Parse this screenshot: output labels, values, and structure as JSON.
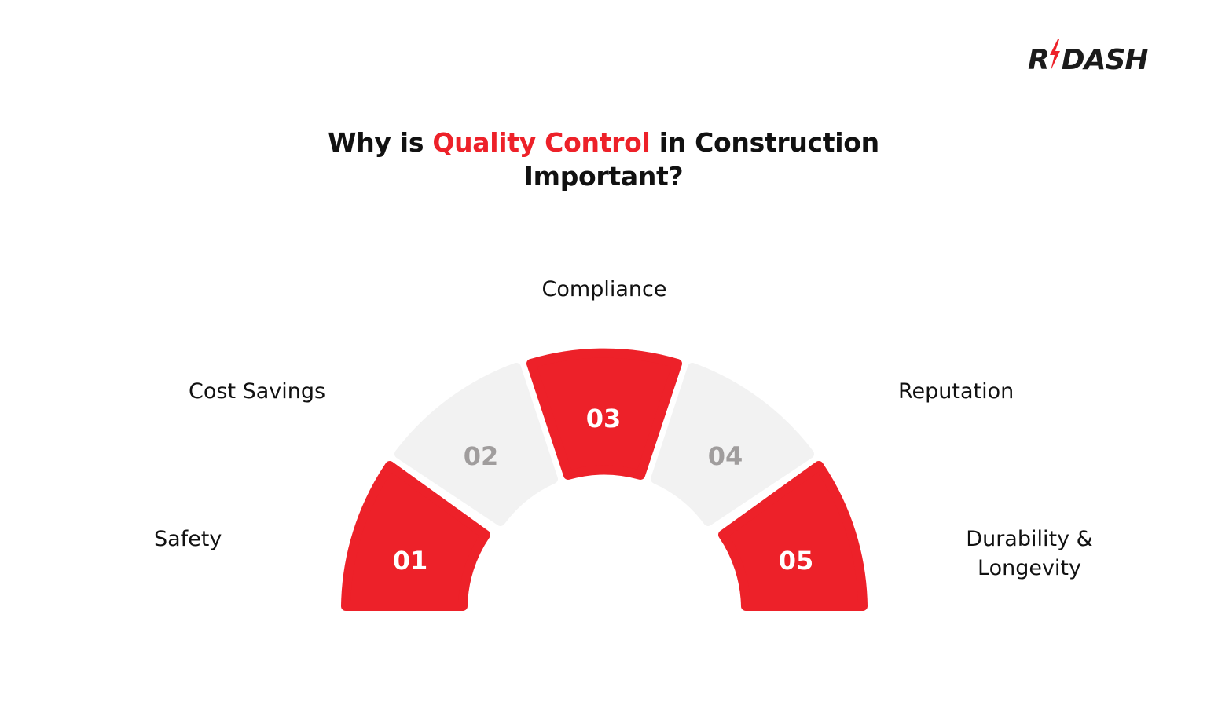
{
  "logo": {
    "text_left": "R",
    "text_right": "DASH",
    "bolt_icon": "lightning-bolt-icon",
    "bolt_color": "#ED2129"
  },
  "title": {
    "prefix": "Why is ",
    "highlight": "Quality Control",
    "suffix": " in Construction",
    "line2": "Important?",
    "accent_color": "#ED2129"
  },
  "segments": [
    {
      "number": "01",
      "label": "Safety",
      "fill": "#ED2129",
      "number_color": "#FFFFFF"
    },
    {
      "number": "02",
      "label": "Cost Savings",
      "fill": "#F2F2F2",
      "number_color": "#A09D9D"
    },
    {
      "number": "03",
      "label": "Compliance",
      "fill": "#ED2129",
      "number_color": "#FFFFFF"
    },
    {
      "number": "04",
      "label": "Reputation",
      "fill": "#F2F2F2",
      "number_color": "#A09D9D"
    },
    {
      "number": "05",
      "label_line1": "Durability &",
      "label_line2": "Longevity",
      "fill": "#ED2129",
      "number_color": "#FFFFFF"
    }
  ]
}
